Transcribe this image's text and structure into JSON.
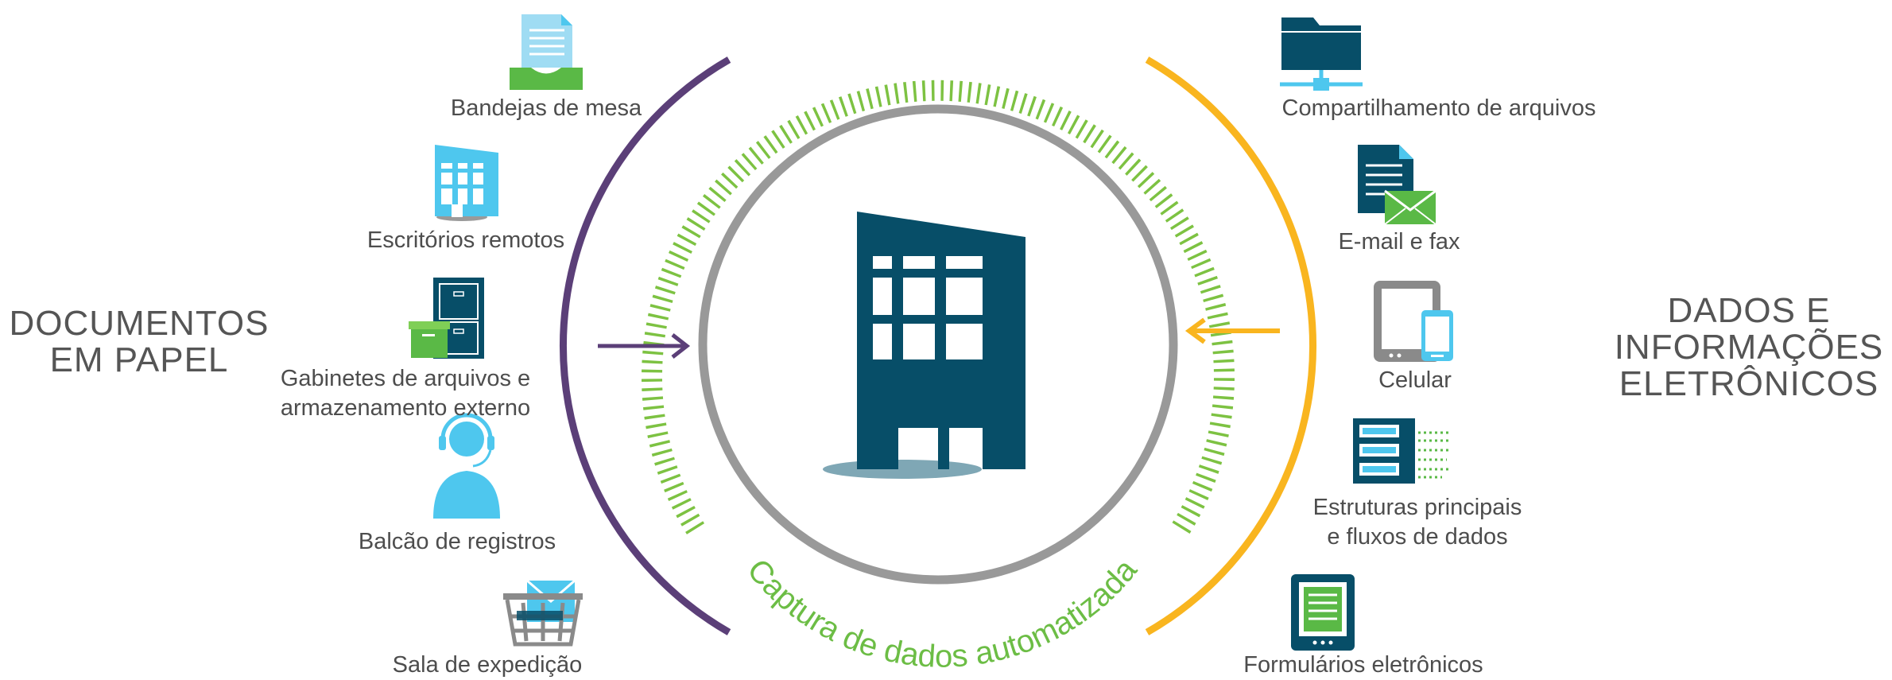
{
  "left_title": [
    "DOCUMENTOS",
    "EM PAPEL"
  ],
  "right_title": [
    "DADOS E",
    "INFORMAÇÕES",
    "ELETRÔNICOS"
  ],
  "center_arc_text": "Captura de dados automatizada",
  "left_items": [
    {
      "icon": "desk-tray-icon",
      "label": [
        "Bandejas de mesa"
      ]
    },
    {
      "icon": "remote-office-icon",
      "label": [
        "Escritórios remotos"
      ]
    },
    {
      "icon": "file-cabinet-icon",
      "label": [
        "Gabinetes de arquivos e",
        "armazenamento externo"
      ]
    },
    {
      "icon": "headset-agent-icon",
      "label": [
        "Balcão de registros"
      ]
    },
    {
      "icon": "mail-basket-icon",
      "label": [
        "Sala de expedição"
      ]
    }
  ],
  "right_items": [
    {
      "icon": "shared-folder-icon",
      "label": [
        "Compartilhamento de arquivos"
      ]
    },
    {
      "icon": "email-fax-icon",
      "label": [
        "E-mail e fax"
      ]
    },
    {
      "icon": "mobile-devices-icon",
      "label": [
        "Celular"
      ]
    },
    {
      "icon": "server-datastream-icon",
      "label": [
        "Estruturas principais",
        "e fluxos de dados"
      ]
    },
    {
      "icon": "electronic-form-icon",
      "label": [
        "Formulários eletrônicos"
      ]
    }
  ],
  "colors": {
    "left_arc": "#5b3f78",
    "right_arc": "#f9b51f",
    "dashed_ring": "#7dc242",
    "inner_ring": "#999999",
    "building": "#074e68",
    "cyan": "#4ec7ee",
    "green": "#5ab946"
  }
}
